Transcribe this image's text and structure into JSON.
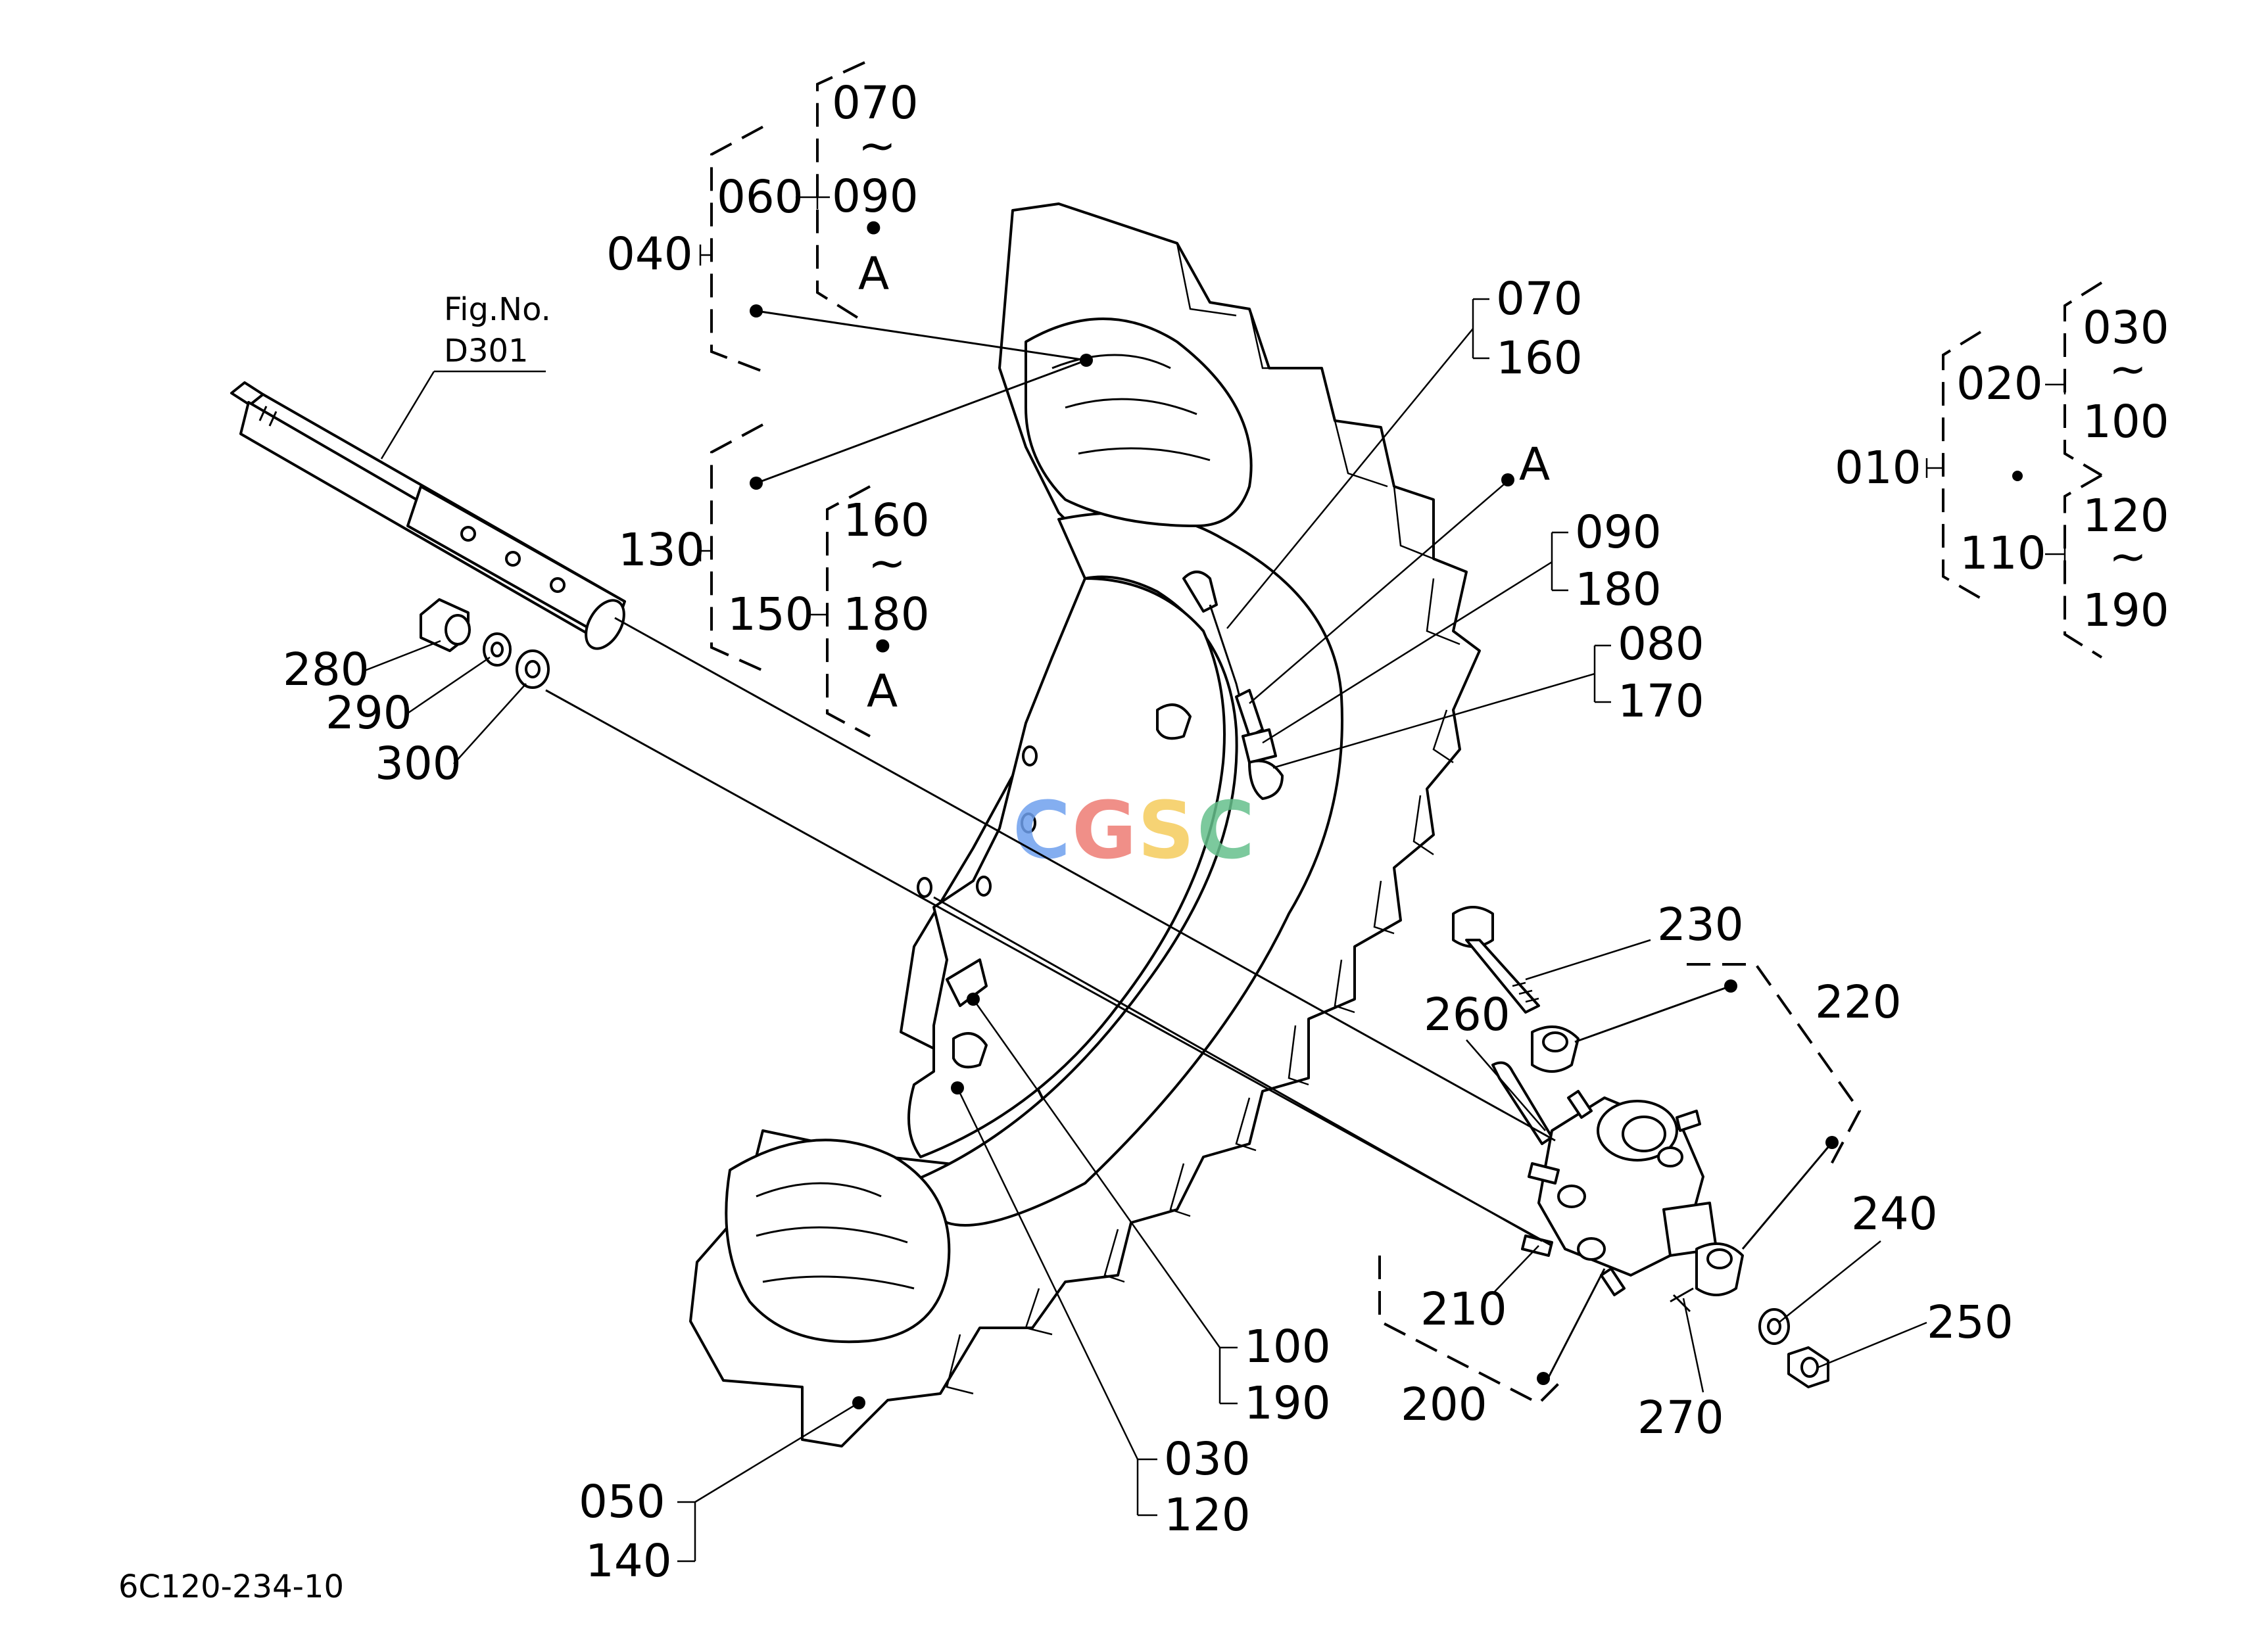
{
  "figure_ref": {
    "line1": "Fig.No.",
    "line2": "D301"
  },
  "drawing_code": "6C120-234-10",
  "watermark": {
    "text": "CGSC",
    "letters": [
      "C",
      "G",
      "S",
      "C"
    ],
    "colors": [
      "#6fa0ee",
      "#ee7c74",
      "#f5cc5c",
      "#66c08c"
    ]
  },
  "labels": {
    "l010": "010",
    "l020": "020",
    "l030": "030",
    "l100a": "100",
    "l110": "110",
    "l120a": "120",
    "l190a": "190",
    "l040": "040",
    "l060": "060",
    "l070a": "070",
    "l090a": "090",
    "lAa": "A",
    "l130": "130",
    "l150": "150",
    "l160a": "160",
    "l180a": "180",
    "lAb": "A",
    "l070b": "070",
    "l160b": "160",
    "lAc": "A",
    "l090b": "090",
    "l180b": "180",
    "l080": "080",
    "l170": "170",
    "l280": "280",
    "l290": "290",
    "l300": "300",
    "l230": "230",
    "l220": "220",
    "l260": "260",
    "l240": "240",
    "l250": "250",
    "l210": "210",
    "l200": "200",
    "l270": "270",
    "l100b": "100",
    "l190b": "190",
    "l030b": "030",
    "l120b": "120",
    "l050": "050",
    "l140": "140"
  },
  "range_symbol": "~",
  "and_symbol": "•"
}
